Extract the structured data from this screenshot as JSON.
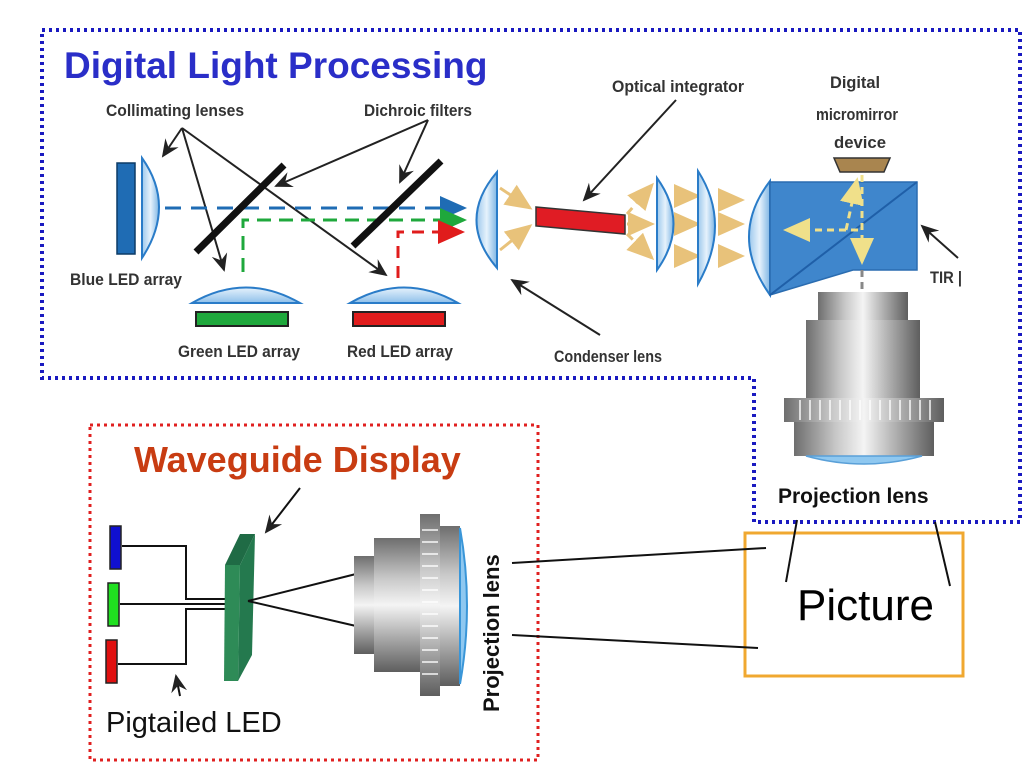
{
  "dlp": {
    "title": "Digital Light Processing",
    "labels": {
      "collimating_lenses": "Collimating lenses",
      "dichroic_filters": "Dichroic filters",
      "optical_integrator": "Optical integrator",
      "dmd_line1": "Digital",
      "dmd_line2": "micromirror",
      "dmd_line3": "device",
      "blue_led": "Blue LED array",
      "green_led": "Green LED array",
      "red_led": "Red LED array",
      "condenser_lens": "Condenser lens",
      "tir": "TIR |",
      "projection_lens": "Projection lens"
    },
    "colors": {
      "frame": "#1a1ac0",
      "blue_led": "#1f6cb4",
      "green_led": "#1fa83c",
      "red_led": "#e01c1c",
      "integrator": "#e01c24",
      "prism": "#3f86cc",
      "dmd": "#a9854f",
      "light_path": "#e8c27a"
    }
  },
  "waveguide": {
    "title": "Waveguide Display",
    "labels": {
      "pigtailed_led": "Pigtailed LED",
      "projection_lens": "Projection lens"
    },
    "colors": {
      "frame": "#e02020",
      "title": "#c83c12",
      "waveguide": "#2e8b57",
      "blue": "#1010d0",
      "green": "#20e020",
      "red": "#e01010"
    }
  },
  "picture": {
    "label": "Picture",
    "border_color": "#f0a830"
  }
}
